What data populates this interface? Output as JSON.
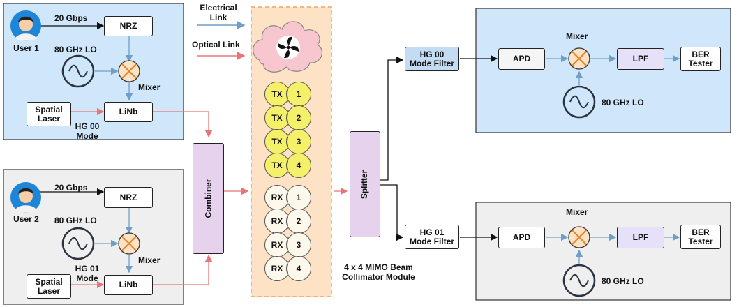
{
  "legend": {
    "electrical_label": "Electrical\nLink",
    "optical_label": "Optical Link"
  },
  "user1": {
    "name": "User 1",
    "rate": "20 Gbps",
    "nrz": "NRZ",
    "lo": "80 GHz LO",
    "mixer": "Mixer",
    "laser": "Spatial\nLaser",
    "modulator": "LiNb",
    "mode": "HG 00\nMode"
  },
  "user2": {
    "name": "User 2",
    "rate": "20 Gbps",
    "nrz": "NRZ",
    "lo": "80 GHz LO",
    "mixer": "Mixer",
    "laser": "Spatial\nLaser",
    "modulator": "LiNb",
    "mode": "HG 01\nMode"
  },
  "combiner": "Combiner",
  "splitter": "Splitter",
  "module": {
    "caption": "4 x 4 MIMO Beam\nCollimator Module",
    "tx_label": "TX",
    "rx_label": "RX",
    "channels": [
      "1",
      "2",
      "3",
      "4"
    ]
  },
  "rx1": {
    "filter": "HG 00\nMode Filter",
    "apd": "APD",
    "mixer": "Mixer",
    "lpf": "LPF",
    "ber": "BER\nTester",
    "lo": "80 GHz LO"
  },
  "rx2": {
    "filter": "HG 01\nMode Filter",
    "apd": "APD",
    "mixer": "Mixer",
    "lpf": "LPF",
    "ber": "BER\nTester",
    "lo": "80 GHz LO"
  },
  "colors": {
    "electrical_link": "#6f9fc8",
    "optical_link": "#e87676",
    "user1_bg": "#cfe6fb",
    "user2_bg": "#efefef",
    "module_bg": "#fde2c6",
    "tx_fill": "#f5f06a",
    "combiner_fill": "#e6d2ec",
    "filter_fill": "#c3dcf3",
    "lpf_fill": "#e6e1f8"
  }
}
